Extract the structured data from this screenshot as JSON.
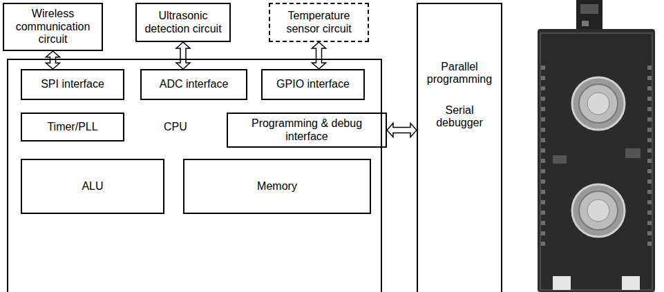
{
  "diagram": {
    "nodes": [
      {
        "text": [
          "Wireless communication circuit"
        ]
      },
      {
        "text": [
          "Ultrasonic detection circuit"
        ]
      },
      {
        "text": [
          "Temperature sensor circuit"
        ]
      },
      {
        "text": [
          "CPU"
        ]
      },
      {
        "text": [
          "SPI interface"
        ],
        "in": 3
      },
      {
        "text": [
          "ADC interface"
        ],
        "in": 3
      },
      {
        "text": [
          "GPIO interface"
        ],
        "in": 3
      },
      {
        "text": [
          "Timer/PLL"
        ],
        "in": 3
      },
      {
        "text": [
          "Programming & debug interface"
        ],
        "in": 3
      },
      {
        "text": [
          "ALU"
        ],
        "in": 3
      },
      {
        "text": [
          "Memory"
        ],
        "in": 3
      },
      {
        "text": [
          "Parallel programming",
          "Serial debugger"
        ]
      }
    ],
    "edges": [
      {
        "from": 0,
        "to": 4,
        "arrow": "both"
      },
      {
        "from": 1,
        "to": 5,
        "arrow": "both"
      },
      {
        "from": 2,
        "to": 6,
        "arrow": "both"
      },
      {
        "from": 8,
        "to": 11,
        "arrow": "both"
      }
    ]
  }
}
